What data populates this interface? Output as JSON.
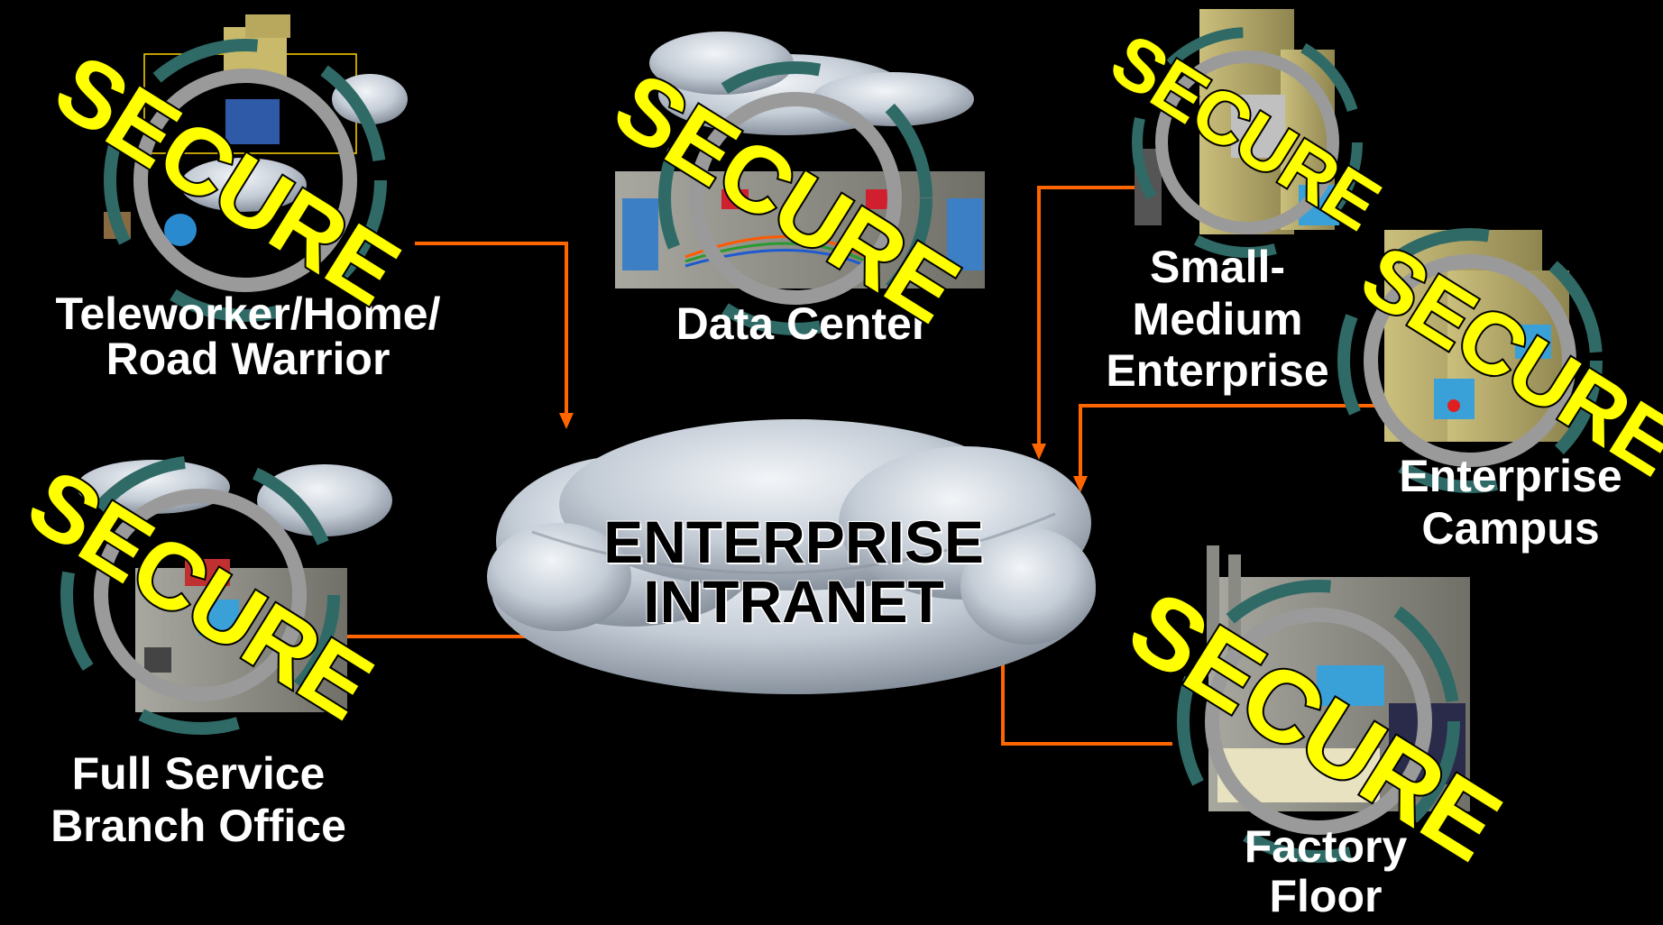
{
  "center": {
    "line1": "ENTERPRISE",
    "line2": "INTRANET"
  },
  "sites": [
    {
      "id": "teleworker",
      "lines": [
        "Teleworker/Home/",
        "Road Warrior"
      ],
      "stamp": "SECURE"
    },
    {
      "id": "datacenter",
      "lines": [
        "Data Center"
      ],
      "stamp": "SECURE"
    },
    {
      "id": "sme",
      "lines": [
        "Small-",
        "Medium",
        "Enterprise"
      ],
      "stamp": "SECURE"
    },
    {
      "id": "campus",
      "lines": [
        "Enterprise",
        "Campus"
      ],
      "stamp": "SECURE"
    },
    {
      "id": "branch",
      "lines": [
        "Full Service",
        "Branch Office"
      ],
      "stamp": "SECURE"
    },
    {
      "id": "factory",
      "lines": [
        "Factory",
        "Floor"
      ],
      "stamp": "SECURE"
    }
  ],
  "colors": {
    "background": "#000000",
    "connector": "#ff6600",
    "stamp": "#ffff00",
    "cloud": "#c4ccd6",
    "ring": "#9a9a9a",
    "ring_dash": "#2f6a66"
  }
}
